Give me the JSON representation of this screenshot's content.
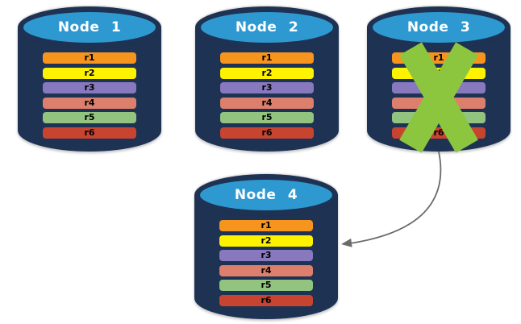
{
  "canvas": {
    "background": "#FFFFFF"
  },
  "colors": {
    "cylinder_body": "#1E3254",
    "cylinder_top": "#2E99D0",
    "node_label_text": "#FFFFFF",
    "row_text": "#000000"
  },
  "nodes": [
    {
      "label": "Node 1",
      "failed": false,
      "rows": [
        {
          "label": "r1",
          "color": "#F7941D"
        },
        {
          "label": "r2",
          "color": "#FDF200"
        },
        {
          "label": "r3",
          "color": "#8878BE"
        },
        {
          "label": "r4",
          "color": "#DC7F6C"
        },
        {
          "label": "r5",
          "color": "#92C47F"
        },
        {
          "label": "r6",
          "color": "#C74430"
        }
      ]
    },
    {
      "label": "Node 2",
      "failed": false,
      "rows": [
        {
          "label": "r1",
          "color": "#F7941D"
        },
        {
          "label": "r2",
          "color": "#FDF200"
        },
        {
          "label": "r3",
          "color": "#8878BE"
        },
        {
          "label": "r4",
          "color": "#DC7F6C"
        },
        {
          "label": "r5",
          "color": "#92C47F"
        },
        {
          "label": "r6",
          "color": "#C74430"
        }
      ]
    },
    {
      "label": "Node 3",
      "failed": true,
      "rows": [
        {
          "label": "r1",
          "color": "#F7941D"
        },
        {
          "label": "r2",
          "color": "#FDF200"
        },
        {
          "label": "r3",
          "color": "#8878BE"
        },
        {
          "label": "r4",
          "color": "#DC7F6C"
        },
        {
          "label": "r5",
          "color": "#92C47F"
        },
        {
          "label": "r6",
          "color": "#C74430"
        }
      ]
    },
    {
      "label": "Node 4",
      "failed": false,
      "rows": [
        {
          "label": "r1",
          "color": "#F7941D"
        },
        {
          "label": "r2",
          "color": "#FDF200"
        },
        {
          "label": "r3",
          "color": "#8878BE"
        },
        {
          "label": "r4",
          "color": "#DC7F6C"
        },
        {
          "label": "r5",
          "color": "#92C47F"
        },
        {
          "label": "r6",
          "color": "#C74430"
        }
      ]
    }
  ],
  "annotations": {
    "failure_x": {
      "on_node": "Node 3",
      "color": "#8BC63E"
    },
    "transfer_arrow": {
      "from": "Node 3",
      "to": "Node 4",
      "color": "#6B6B6B"
    }
  }
}
